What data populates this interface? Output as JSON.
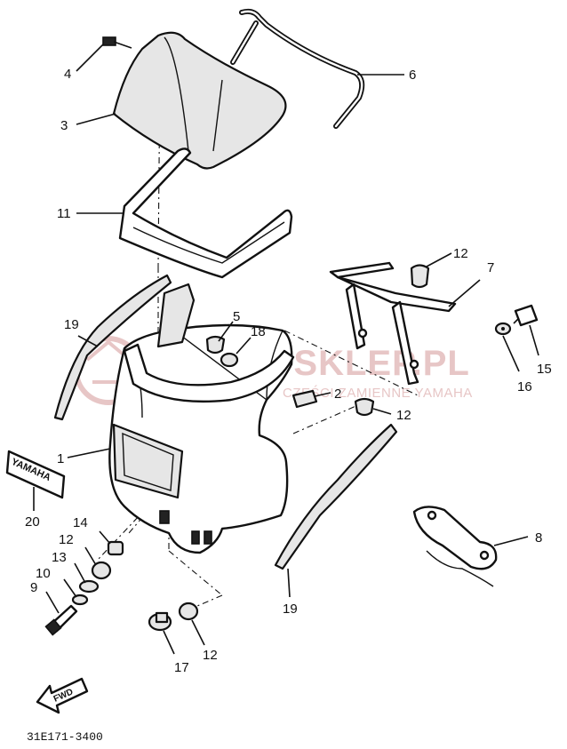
{
  "diagram": {
    "watermark": {
      "main": "YAMA-SKLEP.PL",
      "sub": "CZĘŚCI ZAMIENNE YAMAHA"
    },
    "arrow_label": "FWD",
    "emblem_text": "YAMAHA",
    "figure_code": "31E171-3400",
    "callouts": [
      {
        "label": "1"
      },
      {
        "label": "2"
      },
      {
        "label": "3"
      },
      {
        "label": "4"
      },
      {
        "label": "5"
      },
      {
        "label": "6"
      },
      {
        "label": "7"
      },
      {
        "label": "8"
      },
      {
        "label": "9"
      },
      {
        "label": "10"
      },
      {
        "label": "11"
      },
      {
        "label": "12"
      },
      {
        "label": "12"
      },
      {
        "label": "12"
      },
      {
        "label": "12"
      },
      {
        "label": "13"
      },
      {
        "label": "14"
      },
      {
        "label": "15"
      },
      {
        "label": "16"
      },
      {
        "label": "17"
      },
      {
        "label": "18"
      },
      {
        "label": "19"
      },
      {
        "label": "19"
      },
      {
        "label": "20"
      }
    ]
  }
}
